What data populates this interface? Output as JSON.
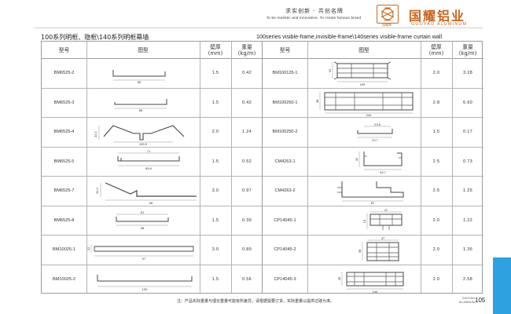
{
  "header": {
    "slogan_cn": "求实创新 · 共创名牌",
    "slogan_en": "To be realistic and innovative, To create famous brand",
    "logo_sub": "国耀牌",
    "brand_cn": "国耀铝业",
    "brand_en": "GUOYAO ALUMINUM"
  },
  "titles": {
    "left": "100系列明框、隐框\\140系列明框幕墙",
    "right": "100series visible-frame,invisible-frame\\140series visible-frame curtain wall"
  },
  "columns": {
    "model": "型号",
    "drawing": "图型",
    "thickness": "壁厚",
    "thickness_unit": "(mm)",
    "weight": "重量",
    "weight_unit": "(kg/m)"
  },
  "left_rows": [
    {
      "model": "BM6525-2",
      "thickness": "1.5",
      "weight": "0.42",
      "dims": [
        "65"
      ]
    },
    {
      "model": "BM6525-3",
      "thickness": "1.5",
      "weight": "0.42",
      "dims": [
        "65"
      ]
    },
    {
      "model": "BM6525-4",
      "thickness": "2.0",
      "weight": "1.24",
      "dims": [
        "109.5",
        "32.1"
      ]
    },
    {
      "model": "BM6525-5",
      "thickness": "1.5",
      "weight": "0.52",
      "dims": [
        "71",
        "65.6"
      ]
    },
    {
      "model": "BM6525-7",
      "thickness": "3.0",
      "weight": "0.97",
      "dims": [
        "98",
        "31.2"
      ]
    },
    {
      "model": "BM6525-8",
      "thickness": "1.5",
      "weight": "0.39",
      "dims": [
        "61",
        "58"
      ]
    },
    {
      "model": "BM10025-1",
      "thickness": "3.0",
      "weight": "0.89",
      "dims": [
        "97",
        "12"
      ]
    },
    {
      "model": "BM10025-2",
      "thickness": "1.5",
      "weight": "0.56",
      "dims": [
        "100"
      ]
    }
  ],
  "right_rows": [
    {
      "model": "BM100125-1",
      "thickness": "2.0",
      "weight": "3.28",
      "dims": [
        "100",
        "19"
      ]
    },
    {
      "model": "BM100250-1",
      "thickness": "2.8",
      "weight": "6.60",
      "dims": [
        "244",
        "38"
      ]
    },
    {
      "model": "BM100250-2",
      "thickness": "1.5",
      "weight": "0.17",
      "dims": [
        "23.8",
        "20.7"
      ]
    },
    {
      "model": "CM4263-1",
      "thickness": "2.5",
      "weight": "0.73",
      "dims": [
        "53.7",
        "42"
      ]
    },
    {
      "model": "CM4263-2",
      "thickness": "2.5",
      "weight": "1.25",
      "dims": [
        "87"
      ]
    },
    {
      "model": "CP14045-1",
      "thickness": "2.0",
      "weight": "1.22",
      "dims": [
        "47",
        "13"
      ]
    },
    {
      "model": "CP14045-2",
      "thickness": "2.0",
      "weight": "1.36",
      "dims": [
        "47",
        "38"
      ]
    },
    {
      "model": "CP14045-3",
      "thickness": "2.0",
      "weight": "2.58",
      "dims": [
        "144",
        "38"
      ]
    }
  ],
  "footer": {
    "note": "注：产品实际重量与理论重量可能有所差异，请根据需要订货，实际重量以提供过磅为准。",
    "page_brand_1": "GUOYAO",
    "page_brand_2": "ALUMINUM",
    "page_number": "105"
  },
  "colors": {
    "brand_orange": "#c8641e",
    "side_tab_blue": "#2ea1e0"
  }
}
